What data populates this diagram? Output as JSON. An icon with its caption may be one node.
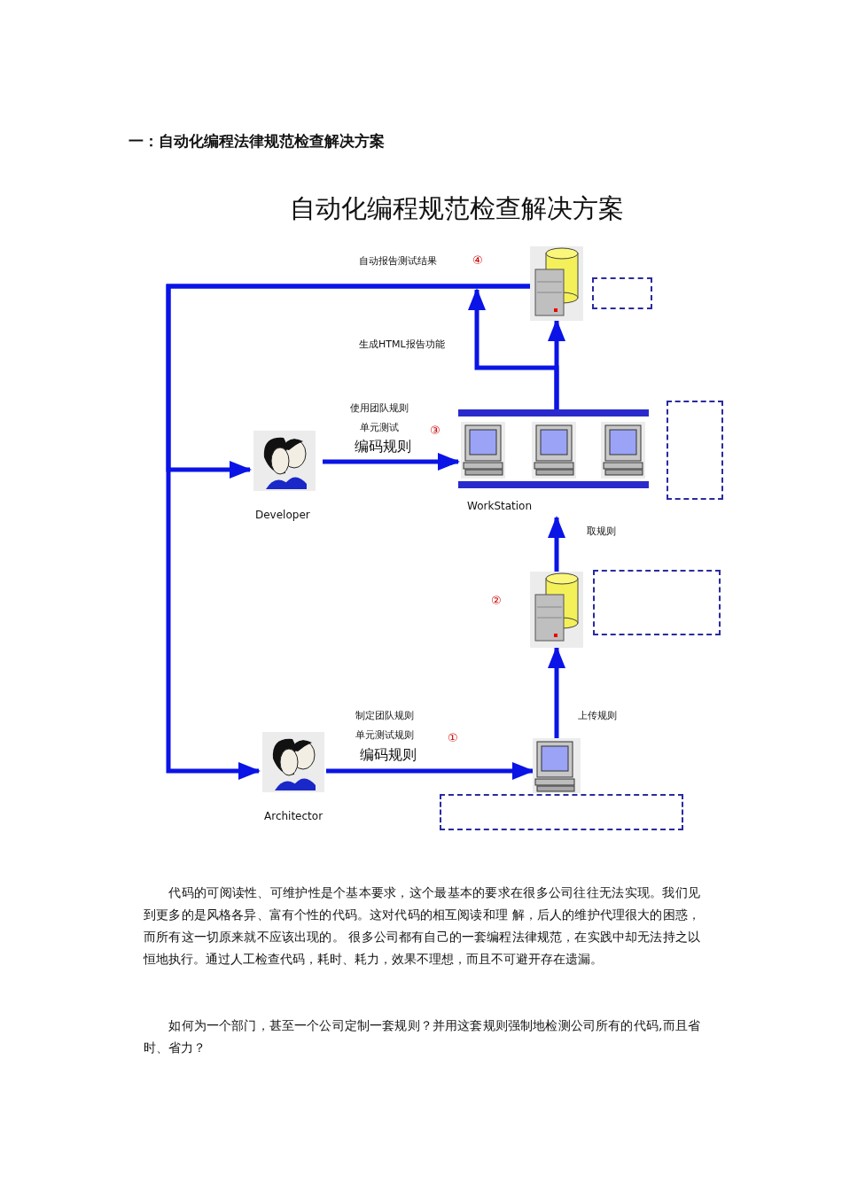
{
  "diagram": {
    "title": "自动化编程规范检查解决方案",
    "nodes": [
      {
        "text": [],
        "shape": "server"
      },
      {
        "text": [],
        "shape": "box"
      },
      {
        "text": [
          "WorkStation"
        ]
      },
      {
        "text": [],
        "shape": "computer",
        "in": 2
      },
      {
        "text": [],
        "shape": "computer",
        "in": 2
      },
      {
        "text": [],
        "shape": "computer",
        "in": 2
      },
      {
        "text": [],
        "shape": "box"
      },
      {
        "text": [
          "Developer"
        ]
      },
      {
        "text": [],
        "shape": "server"
      },
      {
        "text": [],
        "shape": "box"
      },
      {
        "text": [
          "Architector"
        ]
      },
      {
        "text": [],
        "shape": "computer"
      },
      {
        "text": [],
        "shape": "box"
      }
    ],
    "edges": [
      {
        "from": 0,
        "to": 7,
        "arrow": "to",
        "label": "自动报告测试结果"
      },
      {
        "from": 0,
        "to": 10,
        "arrow": "to"
      },
      {
        "from": 2,
        "to": 0,
        "arrow": "to"
      },
      {
        "from": 2,
        "to": null,
        "arrow": "to",
        "label": "生成HTML报告功能"
      },
      {
        "from": 7,
        "to": 2,
        "arrow": "to",
        "label": "使用团队规则单元测试"
      },
      {
        "from": 8,
        "to": 2,
        "arrow": "to",
        "label": "取规则"
      },
      {
        "from": 11,
        "to": 8,
        "arrow": "to",
        "label": "上传规则"
      },
      {
        "from": 10,
        "to": 11,
        "arrow": "to",
        "label": "制定团队规则单元测试规则"
      }
    ],
    "labels": [
      "一：自动化编程法律规范检查解决方案",
      "④",
      "③",
      "编码规则",
      "②",
      "①",
      "编码规则",
      "代码的可阅读性、可维护性是个基本要求，这个最基本的要求在很多公司往往无法实现。我们见到更多的是风格各异、富有个性的代码。这对代码的相互阅读和理 解，后人的维护代理很大的困惑，而所有这一切原来就不应该出现的。 很多公司都有自己的一套编程法律规范，在实践中却无法持之以恒地执行。通过人工检查代码，耗时、耗力，效果不理想，而且不可避开存在遗漏。",
      "如何为一个部门，甚至一个公司定制一套规则？并用这套规则强制地检测公司所有的代码,而且省时、省力？"
    ]
  }
}
